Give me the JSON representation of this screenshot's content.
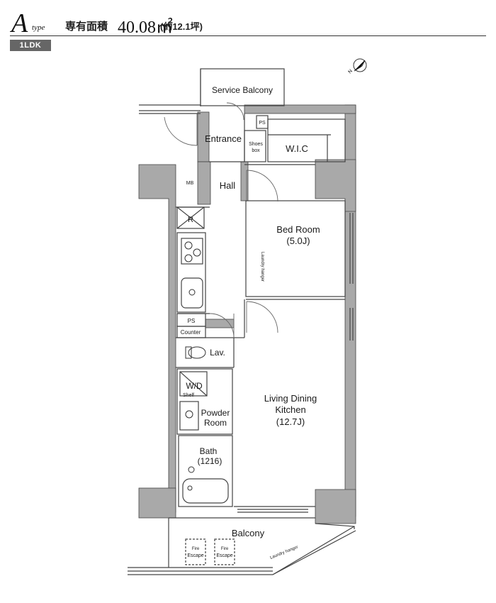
{
  "header": {
    "type_letter": "A",
    "type_suffix": "type",
    "plan_type": "1LDK",
    "area_label": "専有面積",
    "area_value": "40.08㎡",
    "area_tsubo": "(約12.1坪)"
  },
  "rooms": {
    "service_balcony": "Service Balcony",
    "entrance": "Entrance",
    "ps_top": "PS",
    "shoes_box_1": "Shoes",
    "shoes_box_2": "box",
    "wic": "W.I.C",
    "mb": "MB",
    "hall": "Hall",
    "bed_room": "Bed Room",
    "bed_room_size": "(5.0J)",
    "laundry_hanger_bed": "Laundry hanger",
    "refrigerator": "R",
    "ps_mid": "PS",
    "counter": "Counter",
    "lav": "Lav.",
    "wd": "W/D",
    "shelf": "Shelf",
    "powder_room_1": "Powder",
    "powder_room_2": "Room",
    "bath": "Bath",
    "bath_size": "(1216)",
    "ldk_1": "Living Dining",
    "ldk_2": "Kitchen",
    "ldk_size": "(12.7J)",
    "balcony": "Balcony",
    "fire_escape_1": "Fire",
    "fire_escape_2": "Escape",
    "laundry_hanger_balcony": "Laundry hanger",
    "north": "N"
  },
  "colors": {
    "wall_fill": "#a9a9a9",
    "line": "#444444",
    "badge": "#666666"
  }
}
